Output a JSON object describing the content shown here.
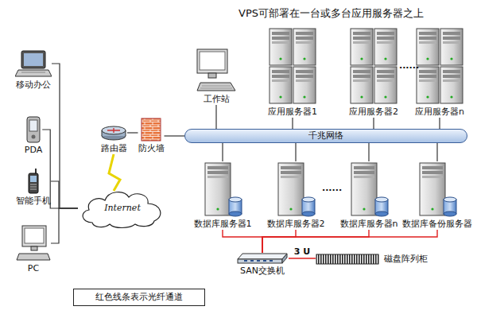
{
  "diagram": {
    "title": "VPS可部署在一台或多台应用服务器之上",
    "nodes": [
      {
        "text": [
          "移动办公"
        ]
      },
      {
        "text": [
          "PDA"
        ]
      },
      {
        "text": [
          "智能手机"
        ]
      },
      {
        "text": [
          "PC"
        ]
      },
      {
        "text": [
          "Internet"
        ]
      },
      {
        "text": [
          "路由器"
        ]
      },
      {
        "text": [
          "防火墙"
        ]
      },
      {
        "text": [
          "工作站"
        ]
      },
      {
        "text": [
          "应用服务器1"
        ]
      },
      {
        "text": [
          "应用服务器2"
        ]
      },
      {
        "text": [
          "应用服务器n"
        ]
      },
      {
        "text": [
          "千兆网络"
        ]
      },
      {
        "text": [
          "数据库服务器1"
        ]
      },
      {
        "text": [
          "数据库服务器2"
        ]
      },
      {
        "text": [
          "数据库服务器n"
        ]
      },
      {
        "text": [
          "数据库备份服务器"
        ]
      },
      {
        "text": [
          "SAN交换机"
        ]
      },
      {
        "text": [
          "磁盘阵列柜"
        ]
      },
      {
        "text": [
          "红色线条表示光纤通道"
        ]
      }
    ],
    "edges": [
      {
        "from": 0,
        "to": 4,
        "arrow": "none"
      },
      {
        "from": 1,
        "to": 4,
        "arrow": "none"
      },
      {
        "from": 2,
        "to": 4,
        "arrow": "none"
      },
      {
        "from": 3,
        "to": 4,
        "arrow": "none"
      },
      {
        "from": 4,
        "to": 5,
        "arrow": "none"
      },
      {
        "from": 5,
        "to": 6,
        "arrow": "none"
      },
      {
        "from": 6,
        "to": 11,
        "arrow": "none"
      },
      {
        "from": 7,
        "to": 11,
        "arrow": "none"
      },
      {
        "from": 8,
        "to": 11,
        "arrow": "none"
      },
      {
        "from": 9,
        "to": 11,
        "arrow": "none"
      },
      {
        "from": 10,
        "to": 11,
        "arrow": "none"
      },
      {
        "from": 12,
        "to": 11,
        "arrow": "none"
      },
      {
        "from": 13,
        "to": 11,
        "arrow": "none"
      },
      {
        "from": 14,
        "to": 11,
        "arrow": "none"
      },
      {
        "from": 15,
        "to": 11,
        "arrow": "none"
      },
      {
        "from": 12,
        "to": 16,
        "arrow": "none"
      },
      {
        "from": 13,
        "to": 16,
        "arrow": "none"
      },
      {
        "from": 14,
        "to": 16,
        "arrow": "none"
      },
      {
        "from": 15,
        "to": 16,
        "arrow": "none"
      },
      {
        "from": 16,
        "to": 17,
        "label": "3 U",
        "arrow": "none"
      }
    ],
    "labels": [
      "......",
      "......"
    ]
  }
}
